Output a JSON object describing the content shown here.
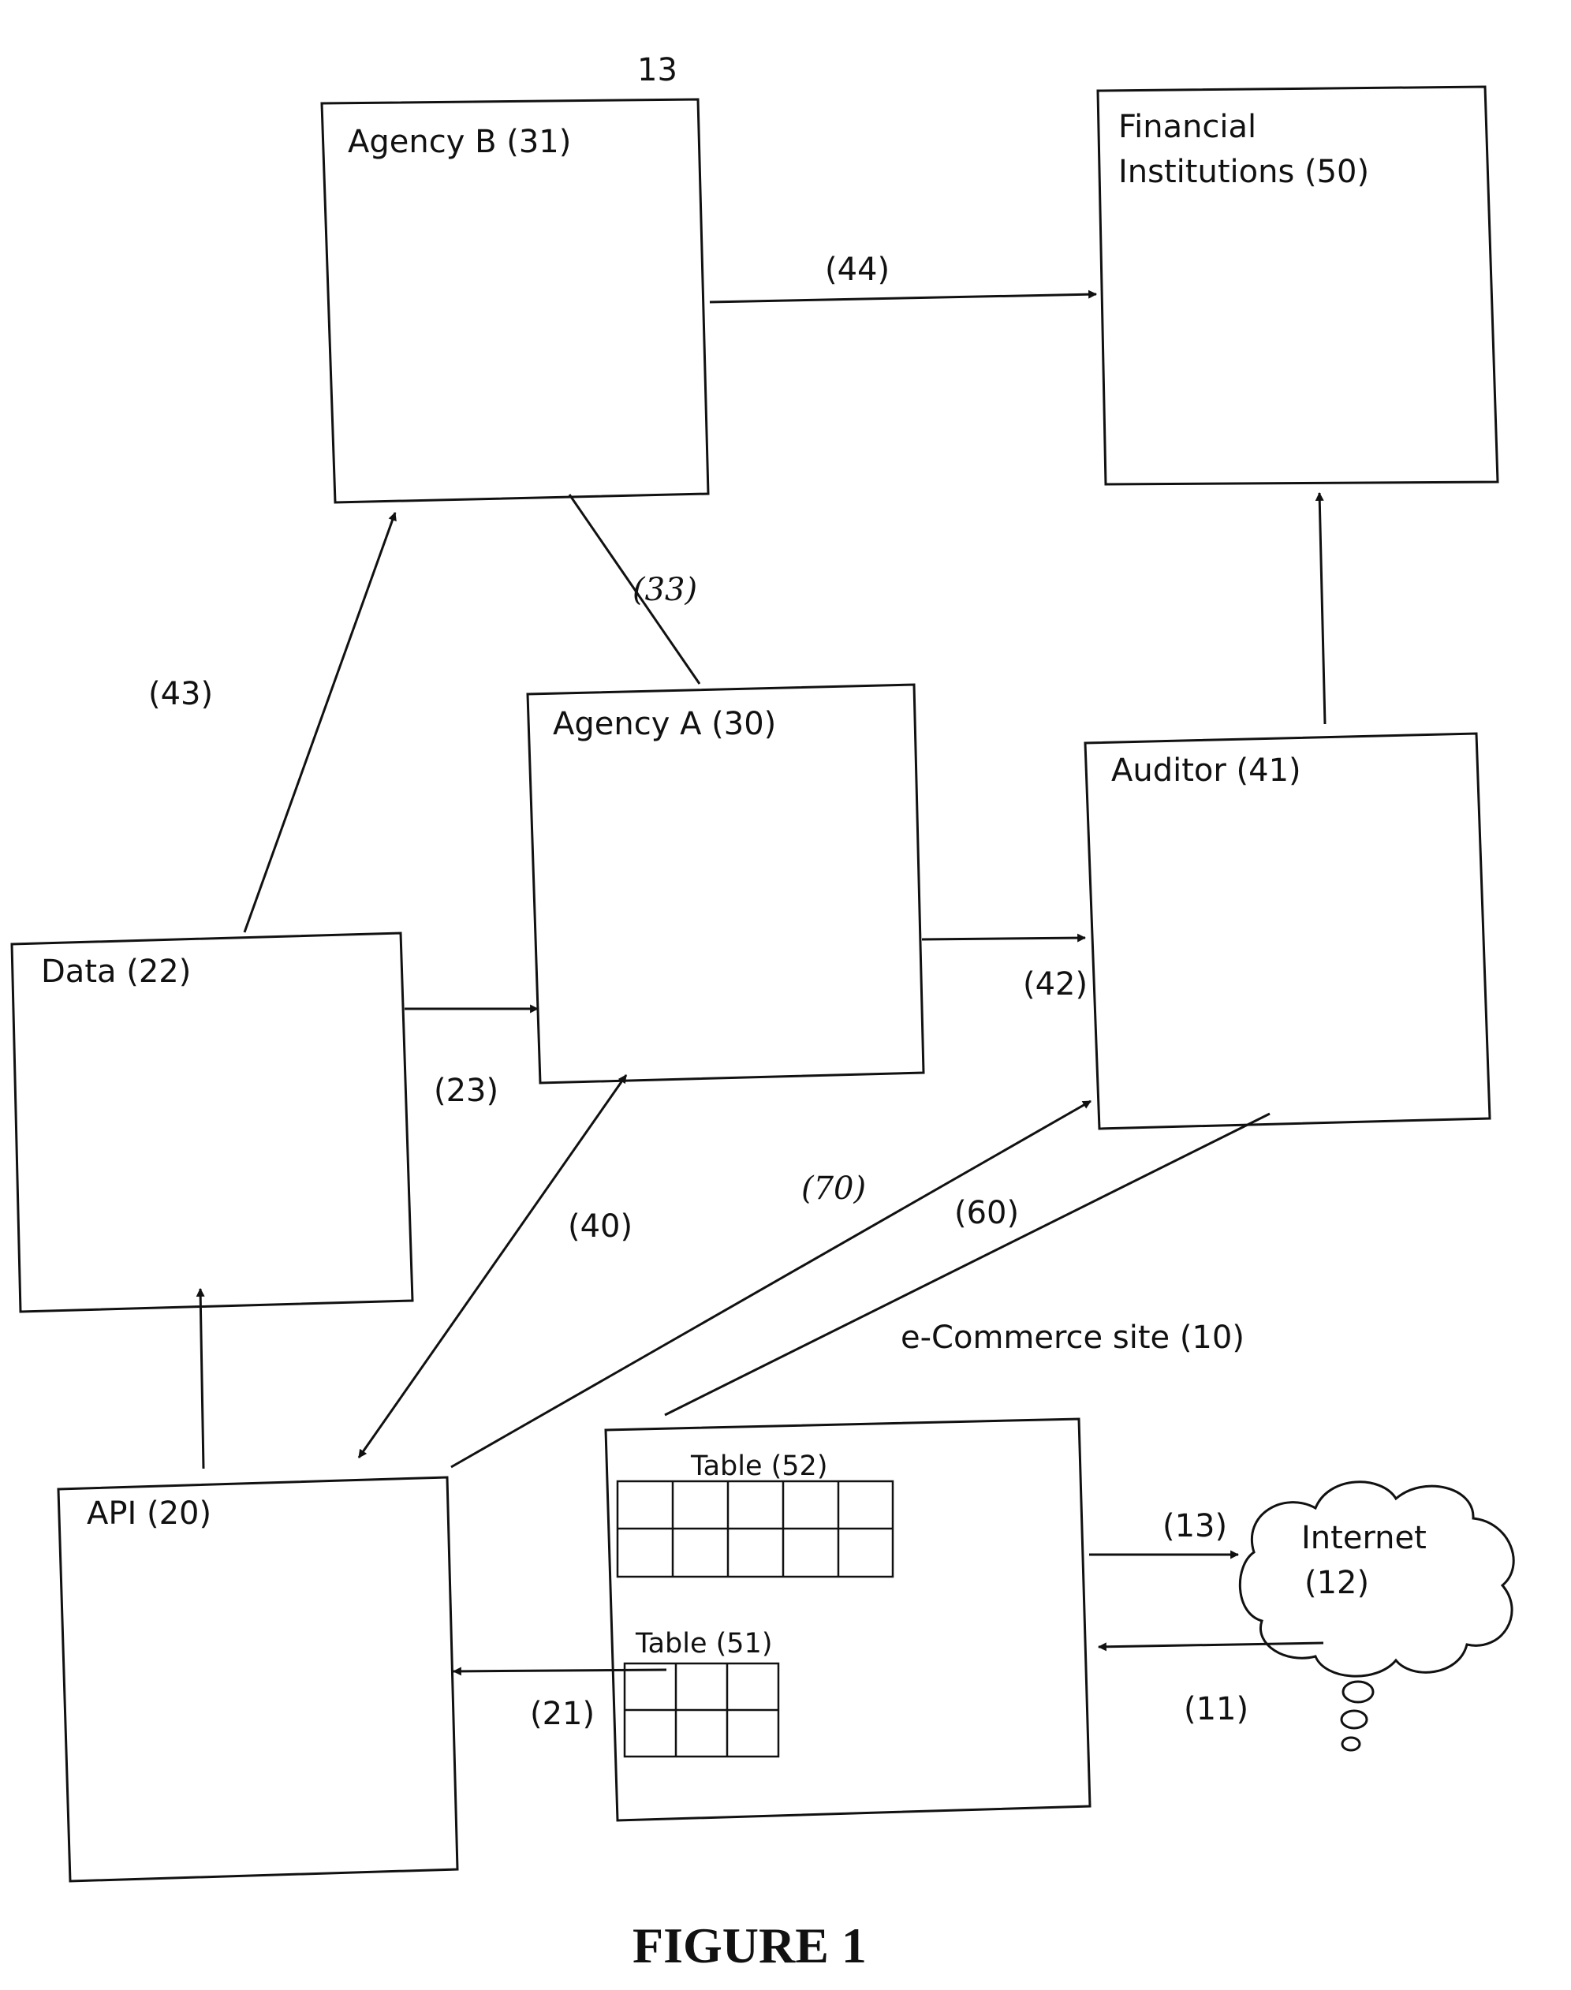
{
  "figure_title": "FIGURE 1",
  "ref_13_top": "13",
  "boxes": {
    "agency_b": "Agency B (31)",
    "financial_line1": "Financial",
    "financial_line2": "Institutions (50)",
    "agency_a": "Agency A (30)",
    "auditor": "Auditor (41)",
    "data": "Data (22)",
    "api": "API (20)",
    "ecommerce_caption": "e-Commerce site (10)",
    "table_52": "Table  (52)",
    "table_51": "Table (51)",
    "internet_line1": "Internet",
    "internet_line2": "(12)"
  },
  "connectors": {
    "c44": "(44)",
    "c33": "(33)",
    "c43": "(43)",
    "c42": "(42)",
    "c23": "(23)",
    "c40": "(40)",
    "c70": "(70)",
    "c60": "(60)",
    "c13": "(13)",
    "c11": "(11)",
    "c21": "(21)"
  }
}
